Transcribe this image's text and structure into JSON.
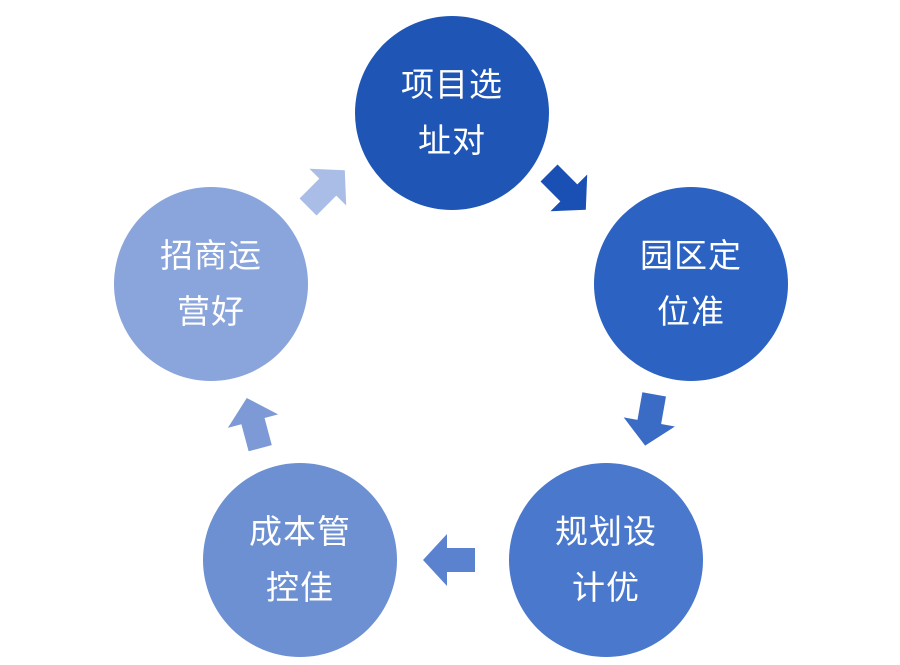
{
  "nodes": [
    {
      "id": "site-selection",
      "lines": [
        "项目选",
        "址对"
      ],
      "color": "#1f56b6"
    },
    {
      "id": "park-positioning",
      "lines": [
        "园区定",
        "位准"
      ],
      "color": "#2c62c2"
    },
    {
      "id": "planning-design",
      "lines": [
        "规划设",
        "计优"
      ],
      "color": "#4a78cc"
    },
    {
      "id": "cost-control",
      "lines": [
        "成本管",
        "控佳"
      ],
      "color": "#6d90d3"
    },
    {
      "id": "operations",
      "lines": [
        "招商运",
        "营好"
      ],
      "color": "#8aa4dc"
    }
  ],
  "arrows": [
    {
      "id": "arrow-1",
      "from": "site-selection",
      "to": "park-positioning",
      "color": "#1a4fb3"
    },
    {
      "id": "arrow-2",
      "from": "park-positioning",
      "to": "planning-design",
      "color": "#3a6bc5"
    },
    {
      "id": "arrow-3",
      "from": "planning-design",
      "to": "cost-control",
      "color": "#5b82cf"
    },
    {
      "id": "arrow-4",
      "from": "cost-control",
      "to": "operations",
      "color": "#7e9ad6"
    },
    {
      "id": "arrow-5",
      "from": "operations",
      "to": "site-selection",
      "color": "#a9bde6"
    }
  ]
}
